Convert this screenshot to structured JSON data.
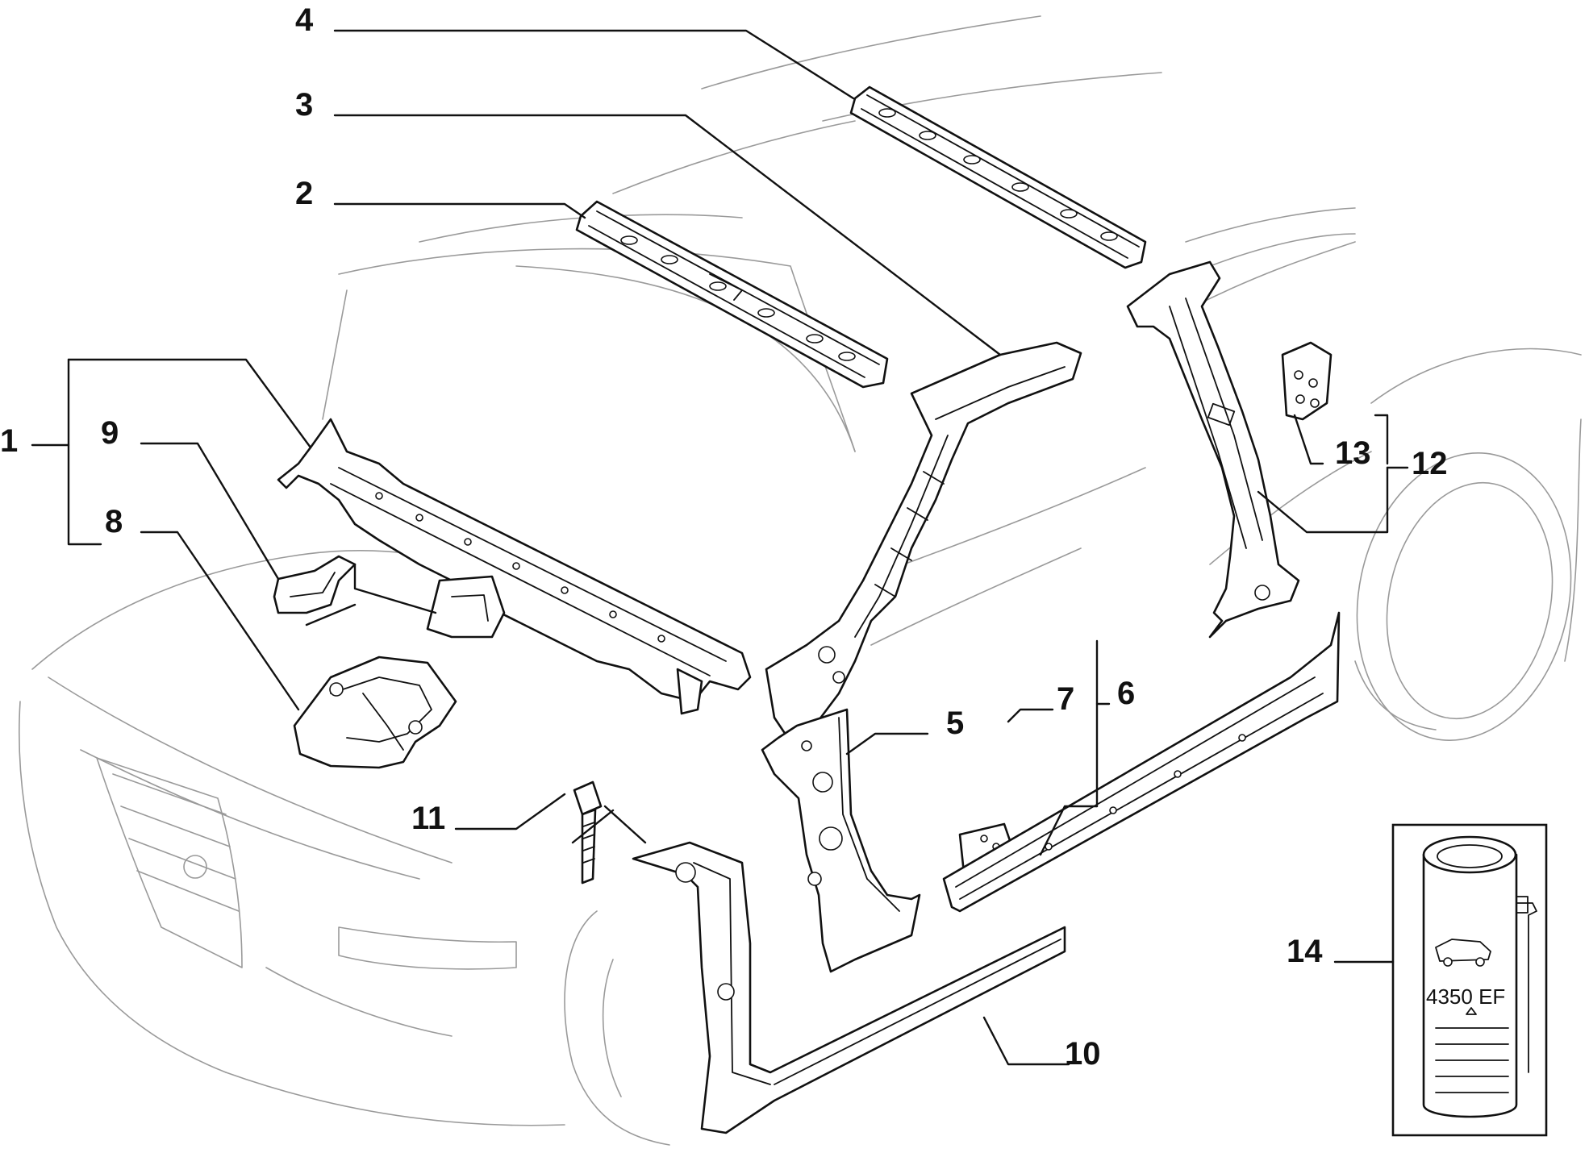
{
  "callouts": {
    "c1": "1",
    "c2": "2",
    "c3": "3",
    "c4": "4",
    "c5": "5",
    "c6": "6",
    "c7": "7",
    "c8": "8",
    "c9": "9",
    "c10": "10",
    "c11": "11",
    "c12": "12",
    "c13": "13",
    "c14": "14"
  },
  "can": {
    "code": "4350 EF"
  },
  "colors": {
    "ink": "#111111",
    "ghost": "#9a9a9a",
    "background": "#ffffff"
  }
}
